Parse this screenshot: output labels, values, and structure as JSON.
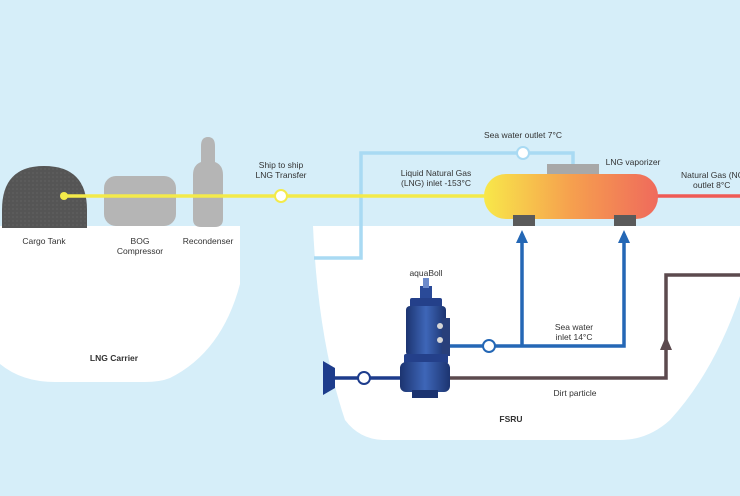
{
  "diagram": {
    "background_color": "#d6eef9",
    "hull_color": "#ffffff",
    "labels": {
      "cargo_tank": "Cargo Tank",
      "bog_line1": "BOG",
      "bog_line2": "Compressor",
      "recondenser": "Recondenser",
      "lng_carrier": "LNG Carrier",
      "ship_transfer_line1": "Ship to ship",
      "ship_transfer_line2": "LNG Transfer",
      "sea_water_outlet": "Sea water outlet 7°C",
      "lng_vaporizer": "LNG vaporizer",
      "lng_inlet_line1": "Liquid Natural Gas",
      "lng_inlet_line2": "(LNG) inlet -153°C",
      "natural_gas_line1": "Natural Gas (NG)",
      "natural_gas_line2": "outlet 8°C",
      "aquaboll": "aquaBoll",
      "sea_water_inlet_line1": "Sea water",
      "sea_water_inlet_line2": "inlet 14°C",
      "dirt_particle": "Dirt particle",
      "fsru": "FSRU"
    },
    "colors": {
      "lng_line": "#f3ea4a",
      "sea_water_line": "#2467b5",
      "sea_water_outlet_line": "#a9daf3",
      "dirt_line": "#5c4a4e",
      "ng_line": "#ef5a55",
      "equipment_grey": "#b5b5b5",
      "cargo_tank": "#565656"
    }
  }
}
